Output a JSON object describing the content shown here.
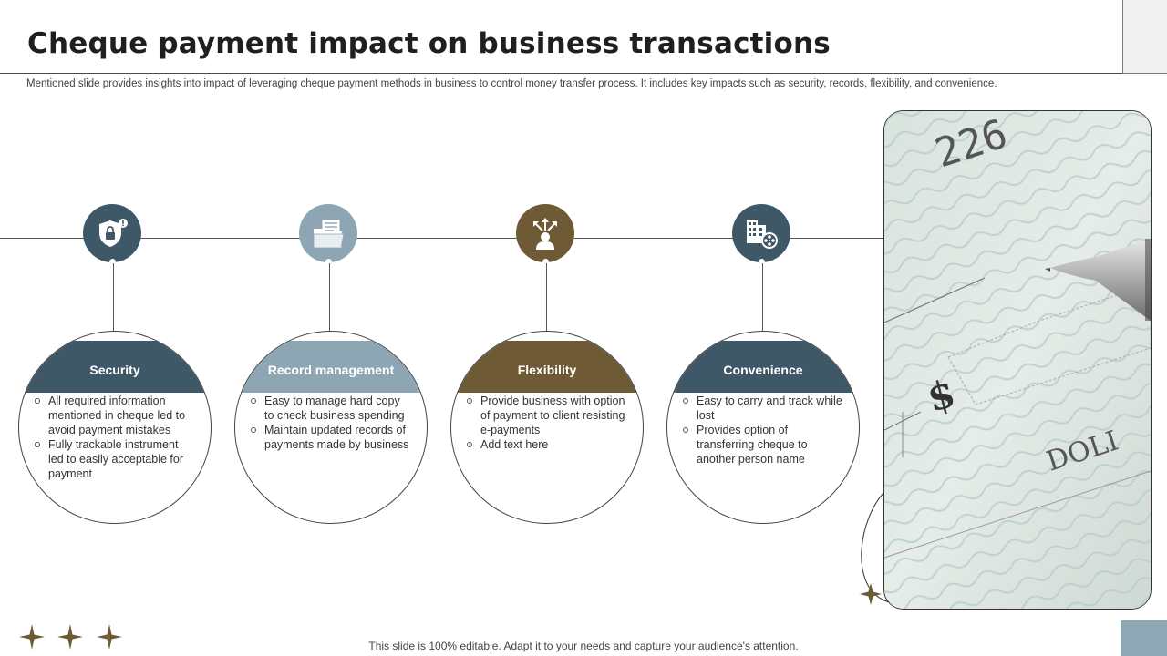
{
  "header": {
    "title": "Cheque payment impact on business transactions",
    "subtitle": "Mentioned slide provides insights into impact of leveraging cheque payment methods in business to control money transfer process. It includes key impacts such as security, records, flexibility,  and convenience."
  },
  "colors": {
    "slate": "#3f5868",
    "steel": "#8ea6b4",
    "bronze": "#6e5b36",
    "star": "#6e5b36"
  },
  "impacts": [
    {
      "icon": "shield-lock-icon",
      "title": "Security",
      "points": [
        "All required  information mentioned in cheque led to avoid payment mistakes",
        "Fully trackable instrument led to easily acceptable for payment"
      ]
    },
    {
      "icon": "folder-documents-icon",
      "title": "Record management",
      "points": [
        "Easy to manage hard copy to check business spending",
        "Maintain updated records of payments made by business"
      ]
    },
    {
      "icon": "person-arrows-icon",
      "title": "Flexibility",
      "points": [
        "Provide  business with option of payment to client resisting e-payments",
        "Add text here"
      ]
    },
    {
      "icon": "building-film-icon",
      "title": "Convenience",
      "points": [
        "Easy to carry and track while lost",
        "Provides option of transferring cheque to another person name"
      ]
    }
  ],
  "footer": {
    "text": "This slide is 100% editable. Adapt it to your needs and capture your audience's attention."
  }
}
